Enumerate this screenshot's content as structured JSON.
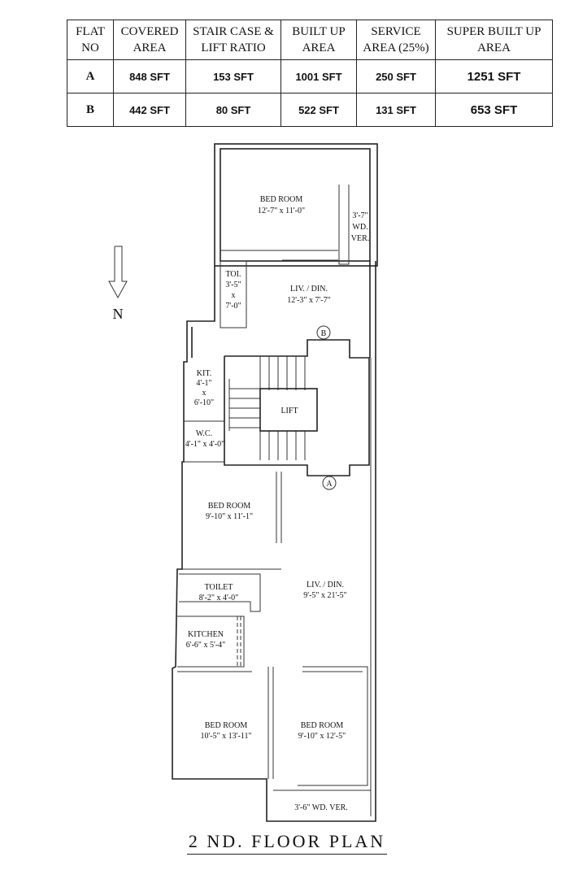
{
  "table": {
    "headers": [
      "FLAT\nNO",
      "COVERED\nAREA",
      "STAIR CASE &\nLIFT RATIO",
      "BUILT UP\nAREA",
      "SERVICE\nAREA (25%)",
      "SUPER BUILT UP\nAREA"
    ],
    "rows": [
      [
        "A",
        "848 SFT",
        "153 SFT",
        "1001 SFT",
        "250 SFT",
        "1251 SFT"
      ],
      [
        "B",
        "442 SFT",
        "80 SFT",
        "522 SFT",
        "131 SFT",
        "653 SFT"
      ]
    ]
  },
  "north_label": "N",
  "rooms": {
    "bed_top": {
      "name": "BED ROOM",
      "size": "12'-7\" x 11'-0\""
    },
    "wd_ver_top": {
      "line1": "3'-7\"",
      "line2": "WD.",
      "line3": "VER."
    },
    "toi": {
      "name": "TOI.",
      "line1": "3'-5\"",
      "line2": "x",
      "line3": "7'-0\""
    },
    "liv_top": {
      "name": "LIV. / DIN.",
      "size": "12'-3\" x 7'-7\""
    },
    "kit_top": {
      "name": "KIT.",
      "line1": "4'-1\"",
      "line2": "x",
      "line3": "6'-10\""
    },
    "wc": {
      "name": "W.C.",
      "size": "4'-1\" x 4'-0\""
    },
    "lift": {
      "name": "LIFT"
    },
    "bed_mid": {
      "name": "BED ROOM",
      "size": "9'-10\" x 11'-1\""
    },
    "toilet": {
      "name": "TOILET",
      "size": "8'-2\" x 4'-0\""
    },
    "liv_bottom": {
      "name": "LIV. / DIN.",
      "size": "9'-5\" x 21'-5\""
    },
    "kitchen": {
      "name": "KITCHEN",
      "size": "6'-6\" x 5'-4\""
    },
    "bed_bl": {
      "name": "BED ROOM",
      "size": "10'-5\" x 13'-11\""
    },
    "bed_br": {
      "name": "BED ROOM",
      "size": "9'-10\" x 12'-5\""
    },
    "wd_ver_bottom": {
      "name": "3'-6\" WD. VER."
    }
  },
  "flat_markers": {
    "b": "B",
    "a": "A"
  },
  "title": "2 ND. FLOOR PLAN"
}
